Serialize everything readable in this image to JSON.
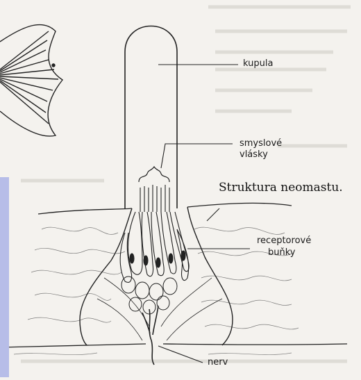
{
  "diagram": {
    "caption": "Struktura neomastu.",
    "labels": {
      "kupula": "kupula",
      "smyslove_line1": "smyslové",
      "smyslove_line2": "vlásky",
      "receptorove_line1": "receptorové",
      "receptorove_line2": "buňky",
      "nerv": "nerv"
    },
    "colors": {
      "ink": "#222222",
      "paper": "#f4f2ee",
      "accent_bar": "#b7bde8"
    }
  }
}
